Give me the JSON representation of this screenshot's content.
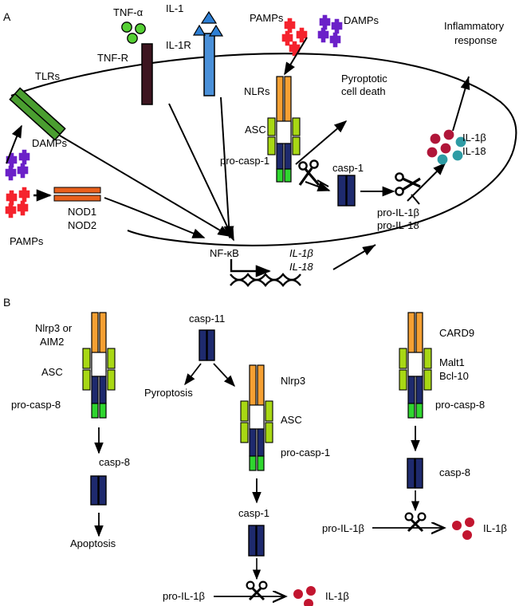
{
  "figure": {
    "type": "biological-signaling-pathway-diagram",
    "panels": [
      {
        "id": "A",
        "letter": "A",
        "title": ""
      },
      {
        "id": "B",
        "letter": "B",
        "title": ""
      }
    ]
  },
  "panelA": {
    "letter": "A",
    "labels": {
      "tlrs": "TLRs",
      "tnf_alpha": "TNF-α",
      "tnf_r": "TNF-R",
      "il1": "IL-1",
      "il1r": "IL-1R",
      "pamps_top": "PAMPs",
      "damps_top": "DAMPs",
      "nlrs": "NLRs",
      "asc": "ASC",
      "pro_casp1": "pro-casp-1",
      "pyroptotic_cell_death_line1": "Pyroptotic",
      "pyroptotic_cell_death_line2": "cell death",
      "casp1": "casp-1",
      "inflammatory_line1": "Inflammatory",
      "inflammatory_line2": "response",
      "il1b_secreted": "IL-1β",
      "il18_secreted": "IL-18",
      "pro_il1b": "pro-IL-1β",
      "pro_il18": "pro-IL-18",
      "damps_left": "DAMPs",
      "pamps_left": "PAMPs",
      "nod1": "NOD1",
      "nod2": "NOD2",
      "nfkb": "NF-κB",
      "gene_il1b": "IL-1β",
      "gene_il18": "IL-18"
    },
    "ligands": {
      "tnf_alpha_count": 3,
      "il1_count": 3,
      "pamps_top_count": 4,
      "damps_top_count": 4,
      "damps_left_count": 4,
      "pamps_left_count": 4,
      "il1b_circles": 4,
      "il18_circles": 3
    }
  },
  "panelB": {
    "letter": "B",
    "left": {
      "receptor_line1": "Nlrp3 or",
      "receptor_line2": "AIM2",
      "asc": "ASC",
      "pro_casp8": "pro-casp-8",
      "casp8": "casp-8",
      "outcome": "Apoptosis"
    },
    "middle": {
      "casp11": "casp-11",
      "pyroptosis": "Pyroptosis",
      "nlrp3": "Nlrp3",
      "asc": "ASC",
      "pro_casp1": "pro-casp-1",
      "casp1": "casp-1",
      "pro_il1b": "pro-IL-1β",
      "il1b": "IL-1β",
      "il1b_circles": 3
    },
    "right": {
      "card9": "CARD9",
      "malt1": "Malt1",
      "bcl10": "Bcl-10",
      "pro_casp8": "pro-casp-8",
      "casp8": "casp-8",
      "pro_il1b": "pro-IL-1β",
      "il1b": "IL-1β",
      "il1b_circles": 3
    }
  },
  "colors": {
    "tlr_green": "#4a9e30",
    "tnfr_dark": "#3d1520",
    "il1r_blue": "#4a90d9",
    "tnf_ligand_green": "#55d034",
    "il1_ligand_blue": "#2e7fd4",
    "pamp_red": "#f5232d",
    "damp_purple": "#6b21c8",
    "nod_orange": "#e8601c",
    "complex_orange": "#f5a033",
    "complex_yellowgreen": "#a8d814",
    "complex_navy": "#1e2a6e",
    "complex_green": "#2fd62f",
    "il1b_crimson": "#b01639",
    "il18_teal": "#2e9ba4",
    "stroke_black": "#000000",
    "membrane_black": "#000000"
  }
}
